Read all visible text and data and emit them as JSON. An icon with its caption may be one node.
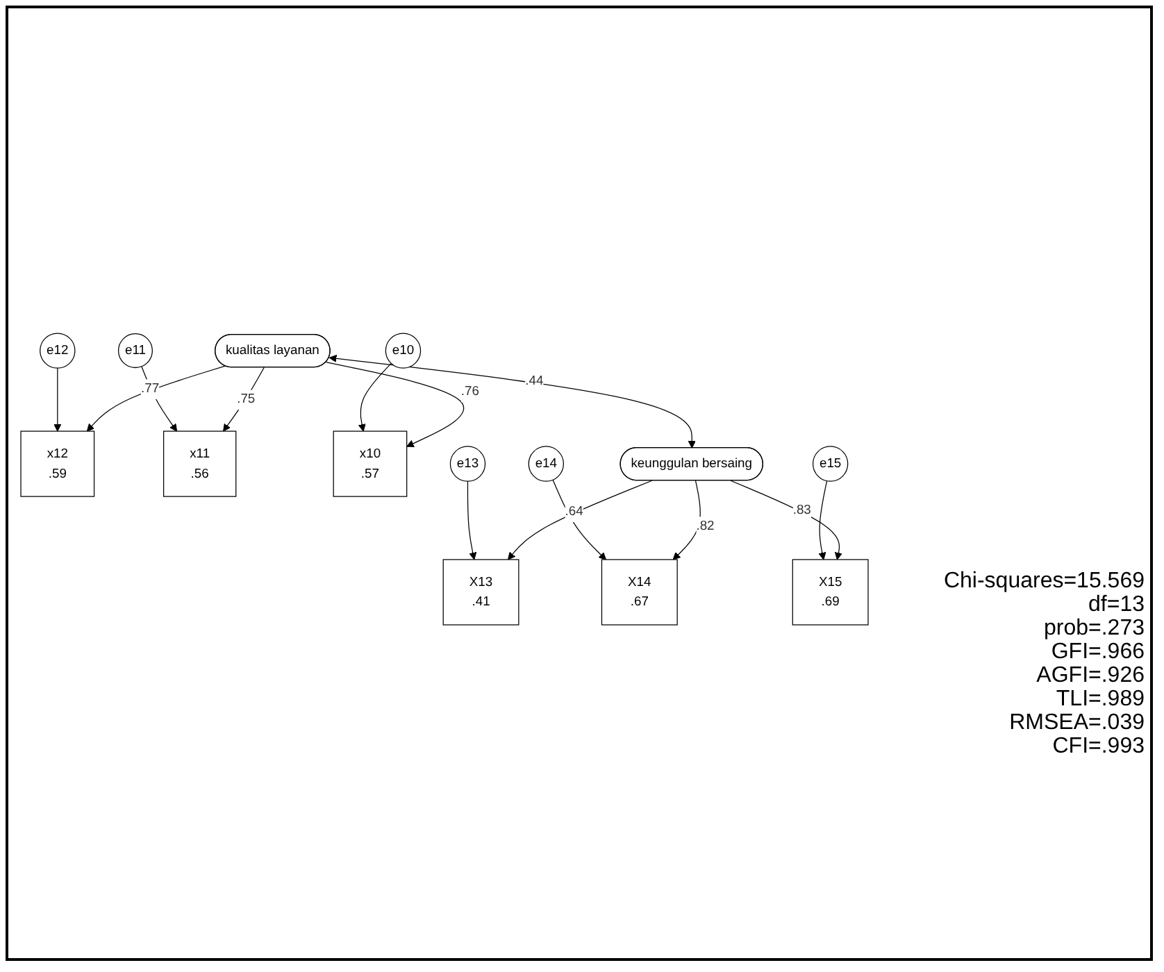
{
  "diagram": {
    "nodes": [
      {
        "text": [
          "e12"
        ]
      },
      {
        "text": [
          "e11"
        ]
      },
      {
        "text": [
          "e10"
        ]
      },
      {
        "text": [
          "x12",
          ".59"
        ]
      },
      {
        "text": [
          "x11",
          ".56"
        ]
      },
      {
        "text": [
          "x10",
          ".57"
        ]
      },
      {
        "text": [
          "kualitas layanan"
        ]
      },
      {
        "text": [
          "keunggulan bersaing"
        ]
      },
      {
        "text": [
          "e13"
        ]
      },
      {
        "text": [
          "X13",
          ".41"
        ]
      },
      {
        "text": [
          "e14"
        ]
      },
      {
        "text": [
          "X14",
          ".67"
        ]
      },
      {
        "text": [
          "e15"
        ]
      },
      {
        "text": [
          "X15",
          ".69"
        ]
      }
    ],
    "edges": [
      {
        "from": 0,
        "to": 3,
        "arrow": "to"
      },
      {
        "from": 1,
        "to": 4,
        "arrow": "to"
      },
      {
        "from": 2,
        "to": 5,
        "arrow": "to"
      },
      {
        "from": 6,
        "to": 3,
        "arrow": "to",
        "label": ".77"
      },
      {
        "from": 6,
        "to": 4,
        "arrow": "to",
        "label": ".75"
      },
      {
        "from": 6,
        "to": 5,
        "arrow": "to",
        "label": ".76"
      },
      {
        "from": 6,
        "to": 7,
        "arrow": "both",
        "label": ".44"
      },
      {
        "from": 8,
        "to": 9,
        "arrow": "to"
      },
      {
        "from": 10,
        "to": 11,
        "arrow": "to"
      },
      {
        "from": 12,
        "to": 13,
        "arrow": "to"
      },
      {
        "from": 7,
        "to": 9,
        "arrow": "to",
        "label": ".64"
      },
      {
        "from": 7,
        "to": 11,
        "arrow": "to",
        "label": ".82"
      },
      {
        "from": 7,
        "to": 13,
        "arrow": "to",
        "label": ".83"
      }
    ],
    "labels": [
      "Chi-squares=15.569",
      "df=13",
      "prob=.273",
      "GFI=.966",
      "AGFI=.926",
      "TLI=.989",
      "RMSEA=.039",
      "CFI=.993"
    ]
  }
}
